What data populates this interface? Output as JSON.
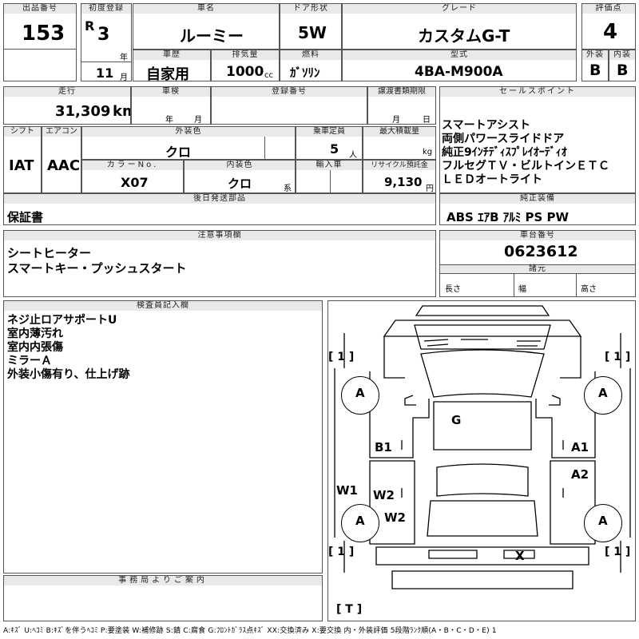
{
  "header": {
    "lot_label": "出品番号",
    "lot": "153",
    "first_reg_label": "初度登録",
    "era": "R",
    "year": "3",
    "year_unit": "年",
    "month": "11",
    "month_unit": "月",
    "car_name_label": "車名",
    "car_name": "ルーミー",
    "door_label": "ドア形状",
    "door": "5W",
    "grade_label": "グレード",
    "grade": "カスタムG-T",
    "score_label": "評価点",
    "score": "4",
    "history_label": "車歴",
    "history": "自家用",
    "displacement_label": "排気量",
    "displacement": "1000",
    "displacement_unit": "cc",
    "fuel_label": "燃料",
    "fuel": "ｶﾞｿﾘﾝ",
    "model_label": "型式",
    "model": "4BA-M900A",
    "exterior_label": "外装",
    "exterior": "B",
    "interior_label": "内装",
    "interior": "B"
  },
  "row2": {
    "mileage_label": "走行",
    "mileage": "31,309",
    "mileage_unit": "km",
    "inspection_label": "車検",
    "insp_year_unit": "年",
    "insp_month_unit": "月",
    "reg_no_label": "登録番号",
    "transfer_label": "譲渡書類期限",
    "transfer_month_unit": "月",
    "transfer_day_unit": "日",
    "shift_label": "シフト",
    "shift": "IAT",
    "ac_label": "エアコン",
    "ac": "AAC",
    "ext_color_label": "外装色",
    "ext_color": "クロ",
    "capacity_label": "乗車定員",
    "capacity": "5",
    "capacity_unit": "人",
    "max_load_label": "最大積載量",
    "max_load_unit": "kg",
    "color_no_label": "カラーNo.",
    "color_no": "X07",
    "int_color_label": "内装色",
    "int_color": "クロ",
    "int_color_unit": "系",
    "import_label": "輸入車",
    "recycle_label": "リサイクル預託金",
    "recycle": "9,130",
    "recycle_unit": "円",
    "later_parts_label": "後日発送部品",
    "later_parts": "保証書"
  },
  "sales": {
    "label": "セールスポイント",
    "lines": [
      "スマートアシスト",
      "両側パワースライドドア",
      "純正9ｲﾝﾁﾃﾞｨｽﾌﾟﾚｲｵｰﾃﾞｨｵ",
      "フルセグＴＶ・ビルトインＥＴＣ",
      "ＬＥＤオートライト"
    ]
  },
  "equipment": {
    "label": "純正装備",
    "items": "ABS ｴｱB ｱﾙﾐ PS PW"
  },
  "notes": {
    "label": "注意事項欄",
    "lines": [
      "シートヒーター",
      "スマートキー・プッシュスタート"
    ]
  },
  "chassis": {
    "label": "車台番号",
    "number": "0623612",
    "dims_label": "諸元",
    "length_label": "長さ",
    "width_label": "幅",
    "height_label": "高さ"
  },
  "inspector": {
    "label": "検査員記入欄",
    "lines": [
      "ネジ止ロアサポートU",
      "室内薄汚れ",
      "室内内張傷",
      "ミラーＡ",
      "外装小傷有り、仕上げ跡"
    ]
  },
  "office": {
    "label": "事務局よりご案内"
  },
  "diagram": {
    "tire_fl": "A",
    "tire_fr": "A",
    "tire_rl": "A",
    "tire_rr": "A",
    "tread_fl": "[ 1 ]",
    "tread_fr": "[ 1 ]",
    "tread_rl": "[ 1 ]",
    "tread_rr": "[ 1 ]",
    "roof": "G",
    "b1": "B1",
    "a1": "A1",
    "a2": "A2",
    "w1": "W1",
    "w2a": "W2",
    "w2b": "W2",
    "rear": "X",
    "trunk": "[ T ]"
  },
  "legend": "A:ｷｽﾞ U:ﾍｺﾐ B:ｷｽﾞを伴うﾍｺﾐ P:要塗装 W:補修跡 S:錆 C:腐食 G:ﾌﾛﾝﾄｶﾞﾗｽ点ｷｽﾞ XX:交換済み X:要交換 内・外装評価 5段階ﾗﾝｸ順(A・B・C・D・E) 1"
}
